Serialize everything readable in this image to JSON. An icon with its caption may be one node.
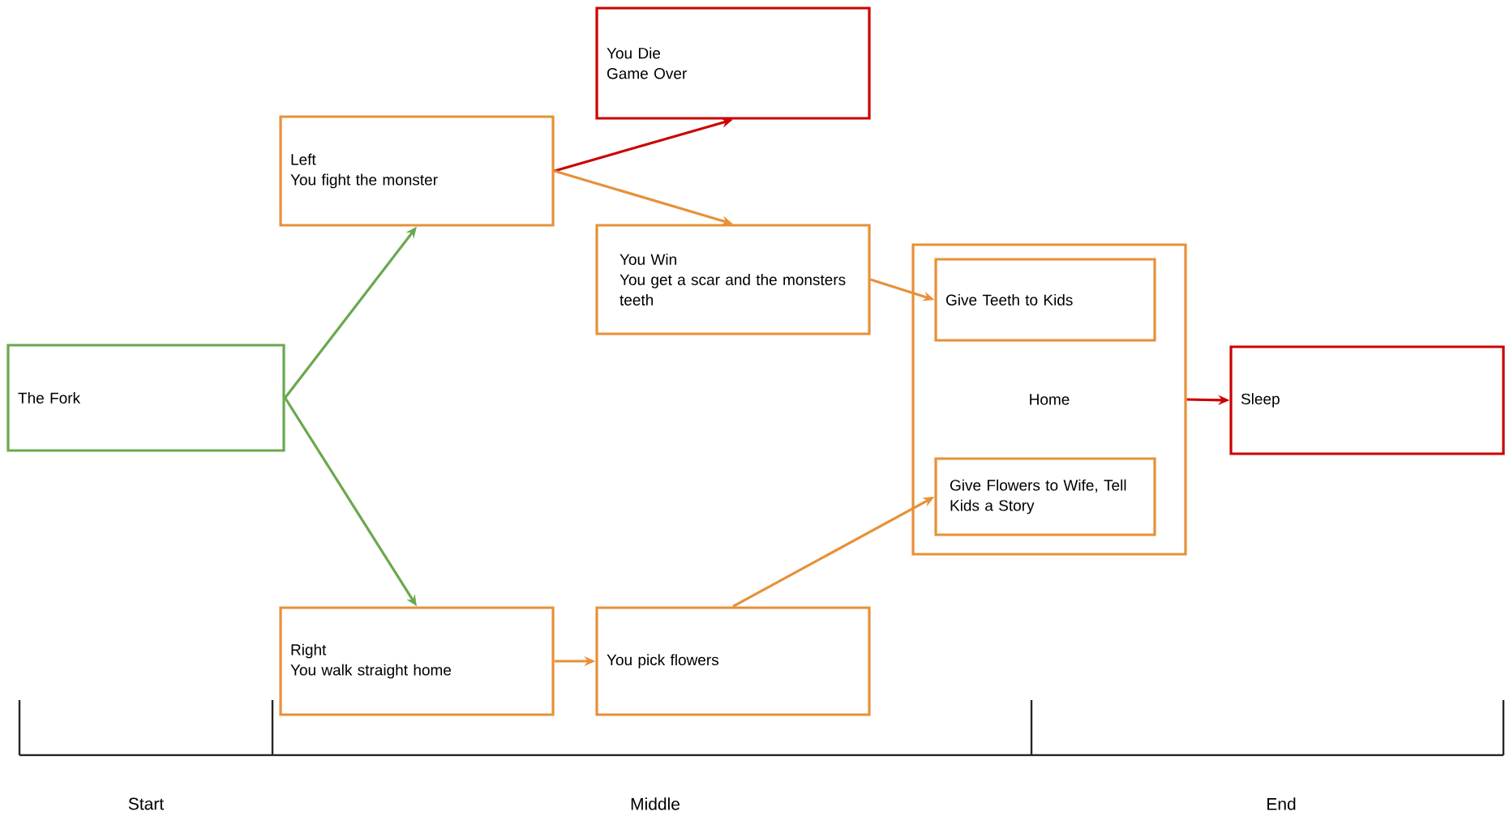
{
  "diagram": {
    "nodes": [
      {
        "text": [
          "The Fork"
        ]
      },
      {
        "text": [
          "Left",
          "You fight the monster"
        ]
      },
      {
        "text": [
          "You Die",
          "Game Over"
        ]
      },
      {
        "text": [
          "You Win",
          "You get a scar and the monsters teeth"
        ]
      },
      {
        "text": [
          "Home"
        ]
      },
      {
        "text": [
          "Give Teeth to Kids"
        ],
        "in": 4
      },
      {
        "text": [
          "Give Flowers to Wife, Tell Kids a Story"
        ],
        "in": 4
      },
      {
        "text": [
          "Sleep"
        ]
      },
      {
        "text": [
          "Right",
          "You walk straight home"
        ]
      },
      {
        "text": [
          "You pick flowers"
        ]
      }
    ],
    "edges": [
      {
        "from": 0,
        "to": 1,
        "arrow": "to",
        "color": "#6aa84f"
      },
      {
        "from": 0,
        "to": 8,
        "arrow": "to",
        "color": "#6aa84f"
      },
      {
        "from": 1,
        "to": 2,
        "arrow": "to",
        "color": "#cc0000"
      },
      {
        "from": 1,
        "to": 3,
        "arrow": "to"
      },
      {
        "from": 3,
        "to": 5,
        "arrow": "to"
      },
      {
        "from": 8,
        "to": 9,
        "arrow": "to"
      },
      {
        "from": 9,
        "to": 6,
        "arrow": "to"
      },
      {
        "from": 4,
        "to": 7,
        "arrow": "to",
        "color": "#cc0000"
      }
    ],
    "labels": [
      "Start",
      "Middle",
      "End"
    ]
  }
}
